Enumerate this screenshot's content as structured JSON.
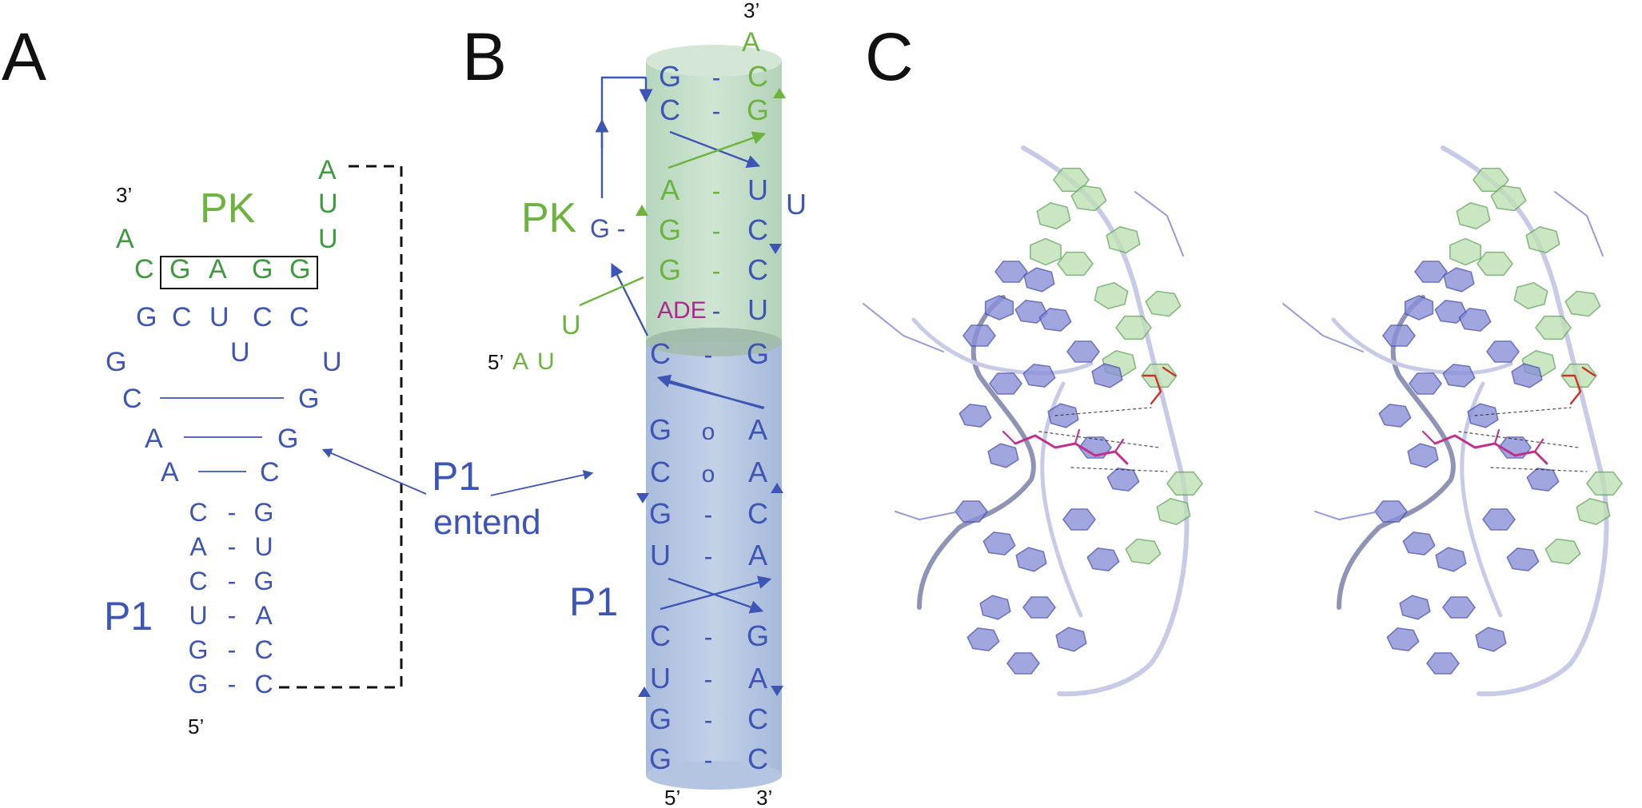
{
  "panels": {
    "a": "A",
    "b": "B",
    "c": "C"
  },
  "colors": {
    "blue": "#3d55b5",
    "green": "#6cb33f",
    "dark_green": "#3f9a3f",
    "magenta": "#b0288f",
    "black": "#111111",
    "lavender": "#c8cbe8"
  },
  "panel_a": {
    "label_pk": "PK",
    "label_p1": "P1",
    "three_prime": "3’",
    "five_prime": "5’",
    "loop_a": "A",
    "c_before_box": "C",
    "boxed": [
      "G",
      "A",
      "G",
      "G"
    ],
    "auu": [
      "A",
      "U",
      "U"
    ],
    "row_gcucc": [
      "G",
      "C",
      "U",
      "C",
      "C"
    ],
    "u_mid": "U",
    "g_left": "G",
    "u_right": "U",
    "c_left": "C",
    "g_right1": "G",
    "a_left1": "A",
    "g_right2": "G",
    "a_left2": "A",
    "c_right": "C",
    "stem_pairs": [
      {
        "l": "C",
        "m": "-",
        "r": "G"
      },
      {
        "l": "A",
        "m": "-",
        "r": "U"
      },
      {
        "l": "C",
        "m": "-",
        "r": "G"
      },
      {
        "l": "U",
        "m": "-",
        "r": "A"
      },
      {
        "l": "G",
        "m": "-",
        "r": "C"
      },
      {
        "l": "G",
        "m": "-",
        "r": "C"
      }
    ]
  },
  "p1_extend": {
    "line1": "P1",
    "line2": "entend"
  },
  "panel_b": {
    "three_prime_top": "3’",
    "top_a": "A",
    "label_pk": "PK",
    "label_p1": "P1",
    "g_dash": "G -",
    "u_free": "U",
    "five_prime_au": "5’",
    "au_a": "A",
    "au_u": "U",
    "bulge_u": "U",
    "ade": "ADE",
    "five_prime_bottom": "5’",
    "three_prime_bottom": "3’",
    "pk_pairs": [
      {
        "l": "G",
        "m": "-",
        "r": "C"
      },
      {
        "l": "C",
        "m": "-",
        "r": "G"
      },
      {
        "l": "A",
        "m": "-",
        "r": "U"
      },
      {
        "l": "G",
        "m": "-",
        "r": "C"
      },
      {
        "l": "G",
        "m": "-",
        "r": "C"
      },
      {
        "l": "",
        "m": "-",
        "r": "U"
      }
    ],
    "p1_pairs": [
      {
        "l": "C",
        "m": "-",
        "r": "G"
      },
      {
        "l": "G",
        "m": "o",
        "r": "A"
      },
      {
        "l": "C",
        "m": "o",
        "r": "A"
      },
      {
        "l": "G",
        "m": "-",
        "r": "C"
      },
      {
        "l": "U",
        "m": "-",
        "r": "A"
      },
      {
        "l": "C",
        "m": "-",
        "r": "G"
      },
      {
        "l": "U",
        "m": "-",
        "r": "A"
      },
      {
        "l": "G",
        "m": "-",
        "r": "C"
      },
      {
        "l": "G",
        "m": "-",
        "r": "C"
      }
    ]
  }
}
